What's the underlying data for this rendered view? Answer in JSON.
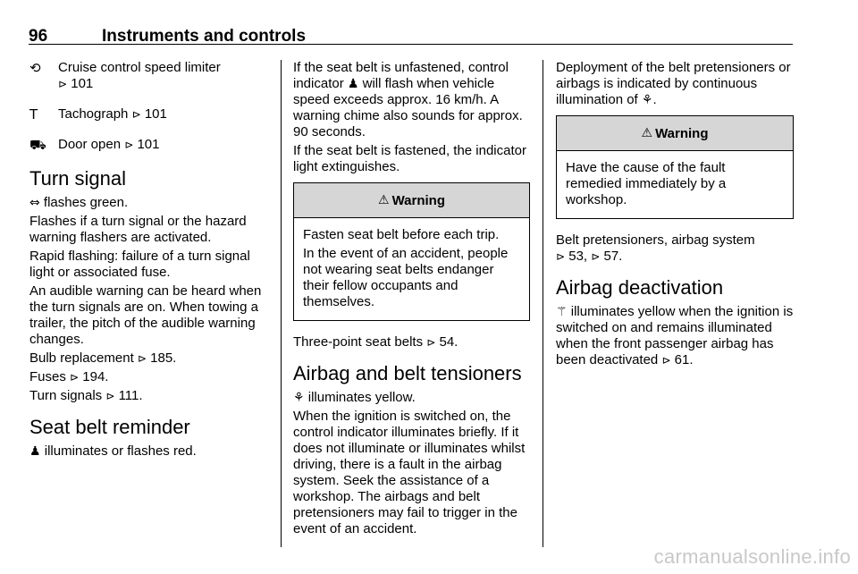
{
  "header": {
    "page_number": "96",
    "title": "Instruments and controls"
  },
  "icons": {
    "cruise": "⟲",
    "tachograph": "T",
    "door": "⛟",
    "turn_signal": "⇔",
    "seat_belt": "♟",
    "airbag": "⚘",
    "airbag_off": "⚚",
    "warning_triangle": "⚠",
    "ref_arrow": "⊳"
  },
  "col1": {
    "list": [
      {
        "text": "Cruise control speed limiter",
        "ref": "101"
      },
      {
        "text": "Tachograph",
        "ref": "101"
      },
      {
        "text": "Door open",
        "ref": "101"
      }
    ],
    "turn_signal": {
      "heading": "Turn signal",
      "intro": "flashes green.",
      "p1": "Flashes if a turn signal or the hazard warning flashers are activated.",
      "p2": "Rapid flashing: failure of a turn signal light or associated fuse.",
      "p3": "An audible warning can be heard when the turn signals are on. When towing a trailer, the pitch of the audible warning changes.",
      "bulb": "Bulb replacement",
      "bulb_ref": "185.",
      "fuses": "Fuses",
      "fuses_ref": "194.",
      "signals": "Turn signals",
      "signals_ref": "111."
    },
    "seat_belt": {
      "heading": "Seat belt reminder",
      "intro": "illuminates or flashes red."
    }
  },
  "col2": {
    "p1a": "If the seat belt is unfastened, control indicator",
    "p1b": "will flash when vehicle speed exceeds approx. 16 km/h. A warning chime also sounds for approx. 90 seconds.",
    "p2": "If the seat belt is fastened, the indicator light extinguishes.",
    "warning": {
      "title": "Warning",
      "p1": "Fasten seat belt before each trip.",
      "p2": "In the event of an accident, people not wearing seat belts endanger their fellow occupants and themselves."
    },
    "three_point": "Three-point seat belts",
    "three_point_ref": "54.",
    "airbag": {
      "heading": "Airbag and belt tensioners",
      "intro": "illuminates yellow.",
      "p1": "When the ignition is switched on, the control indicator illuminates briefly. If it does not illuminate or illuminates whilst driving, there is a fault in the airbag system. Seek the assistance of a workshop. The airbags and belt pretensioners may fail to trigger in the event of an accident."
    }
  },
  "col3": {
    "p1": "Deployment of the belt pretensioners or airbags is indicated by continuous illumination of",
    "warning": {
      "title": "Warning",
      "p1": "Have the cause of the fault remedied immediately by a workshop."
    },
    "belt": "Belt pretensioners, airbag system",
    "belt_ref1": "53,",
    "belt_ref2": "57.",
    "deactivation": {
      "heading": "Airbag deactivation",
      "intro": "illuminates yellow when the ignition is switched on and remains illuminated when the front passenger airbag has been deactivated",
      "ref": "61."
    }
  },
  "footer": {
    "watermark": "carmanualsonline.info"
  }
}
